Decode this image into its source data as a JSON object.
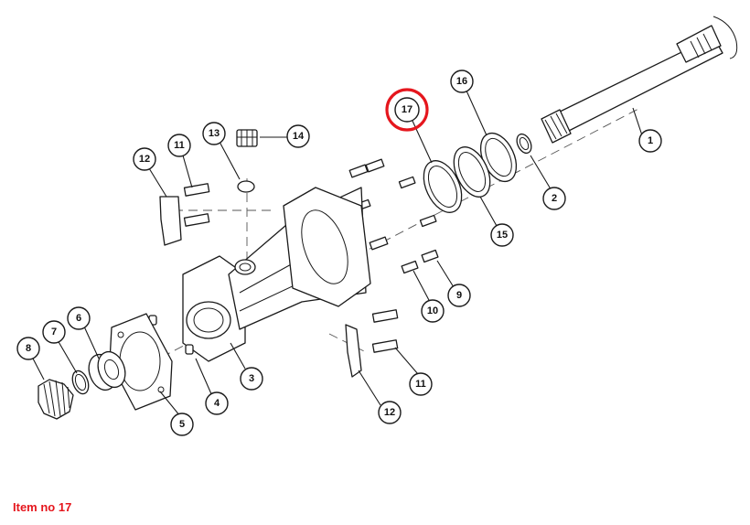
{
  "caption": "Item no 17",
  "highlighted_item": "17",
  "colors": {
    "highlight": "#e5161d",
    "line": "#1a1a1a",
    "background": "#ffffff"
  },
  "callouts": [
    {
      "id": "1",
      "label": "1"
    },
    {
      "id": "2",
      "label": "2"
    },
    {
      "id": "3",
      "label": "3"
    },
    {
      "id": "4",
      "label": "4"
    },
    {
      "id": "5",
      "label": "5"
    },
    {
      "id": "6",
      "label": "6"
    },
    {
      "id": "7",
      "label": "7"
    },
    {
      "id": "8",
      "label": "8"
    },
    {
      "id": "9",
      "label": "9"
    },
    {
      "id": "10",
      "label": "10"
    },
    {
      "id": "11a",
      "label": "11"
    },
    {
      "id": "11b",
      "label": "11"
    },
    {
      "id": "12a",
      "label": "12"
    },
    {
      "id": "12b",
      "label": "12"
    },
    {
      "id": "13",
      "label": "13"
    },
    {
      "id": "14",
      "label": "14"
    },
    {
      "id": "15",
      "label": "15"
    },
    {
      "id": "16",
      "label": "16"
    },
    {
      "id": "17",
      "label": "17"
    }
  ]
}
